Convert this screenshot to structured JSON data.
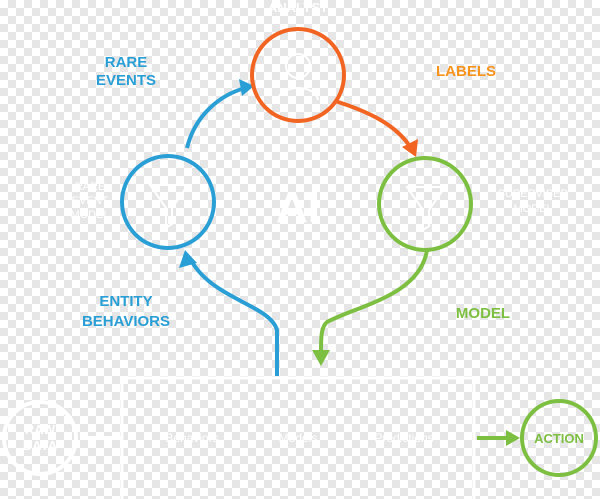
{
  "labels": {
    "analyst": "ANALYST",
    "rare_events": [
      "RARE",
      "EVENTS"
    ],
    "labels": "LABELS",
    "ai": "AI",
    "entity_behaviors": [
      "ENTITY",
      "BEHAVIORS"
    ],
    "model": "MODEL",
    "action": "ACTION",
    "left_node": [
      "RARE",
      "EVENT",
      "MODEL"
    ],
    "right_node": [
      "SUPERVISED",
      "MODEL"
    ],
    "raw_data": [
      "RAW",
      "DATA"
    ],
    "pipeline": [
      "Behaviors",
      "Models",
      "Predictions"
    ]
  },
  "colors": {
    "blue": "#2a9fd6",
    "orange": "#f26422",
    "orange_text": "#f7941d",
    "green": "#7cbf41",
    "white": "#ffffff"
  },
  "icons": {
    "analyst": "person-icon",
    "left_node": "funnel-icon",
    "right_node": "funnel-icon"
  }
}
